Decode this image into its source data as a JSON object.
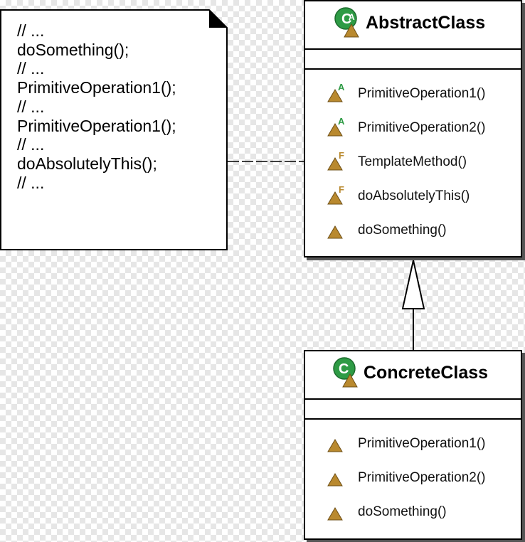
{
  "note": {
    "lines": [
      "// ...",
      "doSomething();",
      "// ...",
      "PrimitiveOperation1();",
      "// ...",
      "PrimitiveOperation1();",
      "// ...",
      "doAbsolutelyThis();",
      "// ..."
    ]
  },
  "abstract_class": {
    "name": "AbstractClass",
    "icon": "abstract-class-icon",
    "operations": [
      {
        "label": "PrimitiveOperation1()",
        "modifier": "A",
        "icon": "abstract-method-icon"
      },
      {
        "label": "PrimitiveOperation2()",
        "modifier": "A",
        "icon": "abstract-method-icon"
      },
      {
        "label": "TemplateMethod()",
        "modifier": "F",
        "icon": "final-method-icon"
      },
      {
        "label": "doAbsolutelyThis()",
        "modifier": "F",
        "icon": "final-method-icon"
      },
      {
        "label": "doSomething()",
        "modifier": "",
        "icon": "method-icon"
      }
    ]
  },
  "concrete_class": {
    "name": "ConcreteClass",
    "icon": "class-icon",
    "operations": [
      {
        "label": "PrimitiveOperation1()",
        "modifier": "",
        "icon": "method-icon"
      },
      {
        "label": "PrimitiveOperation2()",
        "modifier": "",
        "icon": "method-icon"
      },
      {
        "label": "doSomething()",
        "modifier": "",
        "icon": "method-icon"
      }
    ]
  },
  "colors": {
    "class_icon_green": "#2e9b45",
    "method_icon_brown": "#b9892e",
    "abstract_marker": "#2e9b45",
    "final_marker": "#b9892e"
  }
}
